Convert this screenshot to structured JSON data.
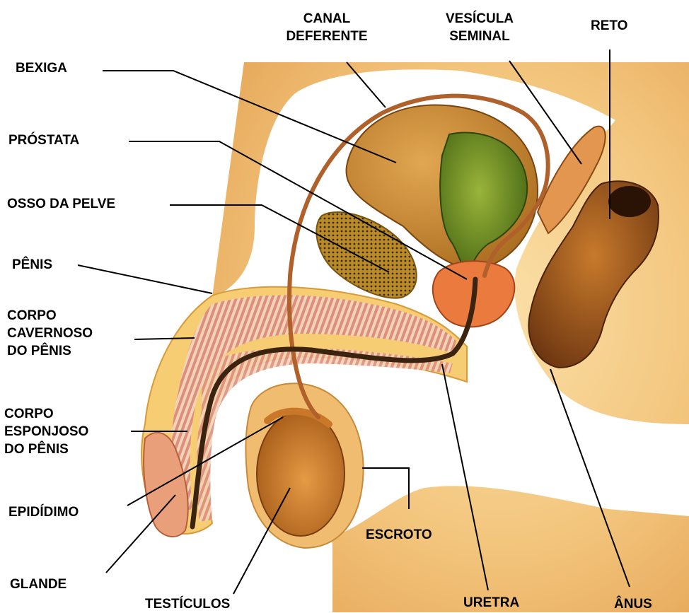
{
  "labels": {
    "bexiga": "BEXIGA",
    "prostata": "PRÓSTATA",
    "osso_da_pelve": "OSSO DA PELVE",
    "penis": "PÊNIS",
    "corpo_cavernoso": [
      "CORPO",
      "CAVERNOSO",
      "DO PÊNIS"
    ],
    "corpo_esponjoso": [
      "CORPO",
      "ESPONJOSO",
      "DO PÊNIS"
    ],
    "epididimo": "EPIDÍDIMO",
    "glande": "GLANDE",
    "testiculos": "TESTÍCULOS",
    "canal_deferente": [
      "CANAL",
      "DEFERENTE"
    ],
    "vesicula_seminal": [
      "VESÍCULA",
      "SEMINAL"
    ],
    "reto": "RETO",
    "escroto": "ESCROTO",
    "uretra": "URETRA",
    "anus": "ÂNUS"
  },
  "colors": {
    "background": "#ffffff",
    "skin": "#f3c67e",
    "skin_light": "#fbe3b0",
    "skin_shadow": "#e0a55a",
    "bladder": "#c98a2e",
    "bladder_interior": "#5d7f1c",
    "prostate": "#e8733a",
    "rectum": "#a85a1a",
    "rectum_dark": "#3a1a08",
    "vas_deferens": "#b0602a",
    "urethra": "#3a2410",
    "testicle": "#c9782a",
    "pelvic_bone": "#caa040",
    "corpus_stripes": "#d98a7a",
    "leader_line": "#000000"
  }
}
